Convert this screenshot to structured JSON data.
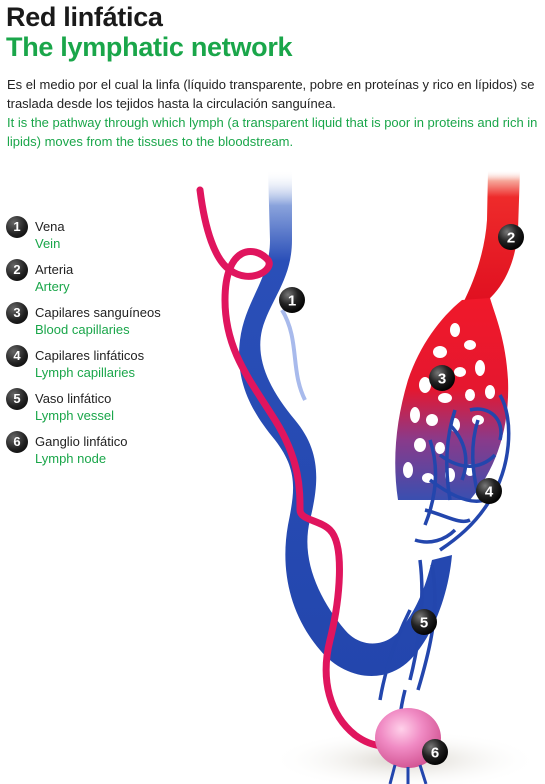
{
  "header": {
    "title_es": "Red linfática",
    "title_en": "The lymphatic network"
  },
  "description": {
    "es": "Es el medio por el cual la linfa (líquido transparente, pobre en proteínas y rico en lípidos) se traslada desde los tejidos hasta la circulación sanguínea.",
    "en": "It is the pathway through which lymph (a transparent liquid that is poor in proteins and rich in lipids) moves from the tissues to the bloodstream."
  },
  "legend": [
    {
      "num": "1",
      "es": "Vena",
      "en": "Vein"
    },
    {
      "num": "2",
      "es": "Arteria",
      "en": "Artery"
    },
    {
      "num": "3",
      "es": "Capilares sanguíneos",
      "en": "Blood capillaries"
    },
    {
      "num": "4",
      "es": "Capilares linfáticos",
      "en": "Lymph capillaries"
    },
    {
      "num": "5",
      "es": "Vaso linfático",
      "en": "Lymph vessel"
    },
    {
      "num": "6",
      "es": "Ganglio linfático",
      "en": "Lymph node"
    }
  ],
  "colors": {
    "vein": "#2a4fb8",
    "artery": "#e8102a",
    "lymph_vessel": "#e0155e",
    "lymph_node": "#e86fb0",
    "accent_green": "#1aa64a"
  }
}
